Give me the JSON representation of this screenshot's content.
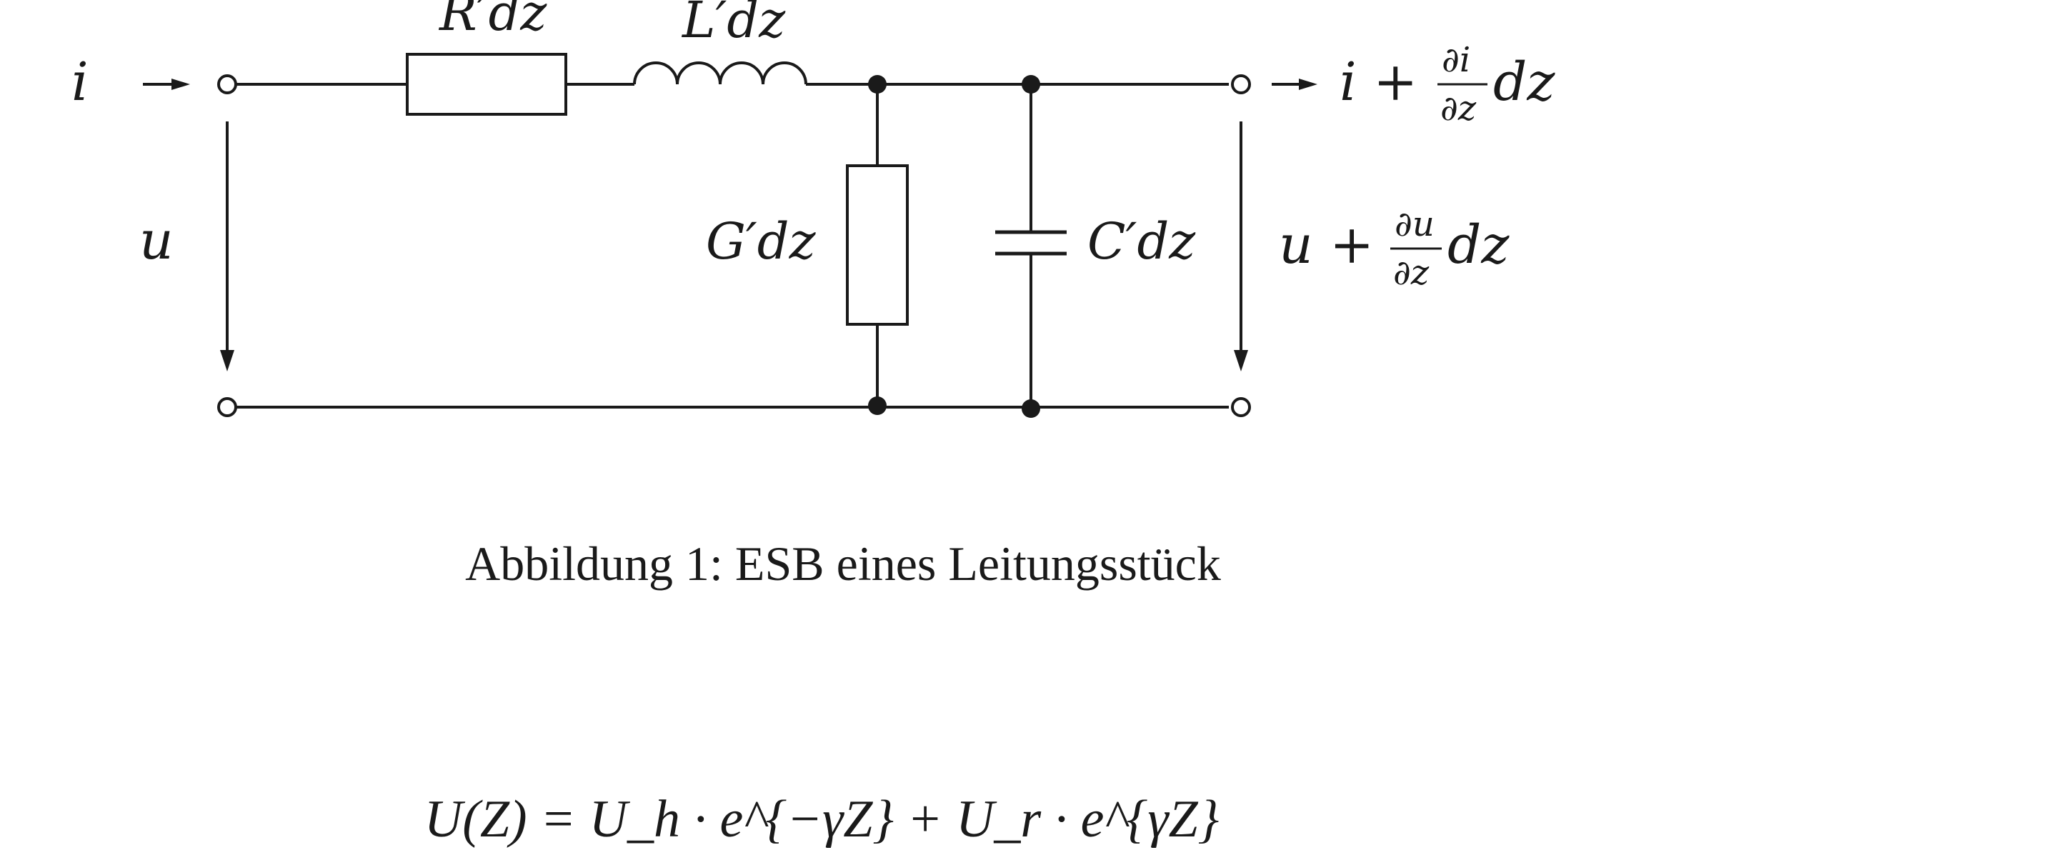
{
  "diagram": {
    "labels": {
      "current_in": "i",
      "voltage_in": "u",
      "resistor": "R′dz",
      "inductor": "L′dz",
      "conductance": "G′dz",
      "capacitor": "C′dz",
      "current_out_base": "i +",
      "current_out_num": "∂i",
      "current_out_den": "∂z",
      "current_out_tail": "dz",
      "voltage_out_base": "u +",
      "voltage_out_num": "∂u",
      "voltage_out_den": "∂z",
      "voltage_out_tail": "dz"
    }
  },
  "caption": "Abbildung 1: ESB eines Leitungsstück",
  "equation": "U(Z) = U_h · e^{−γZ} + U_r · e^{γZ}"
}
